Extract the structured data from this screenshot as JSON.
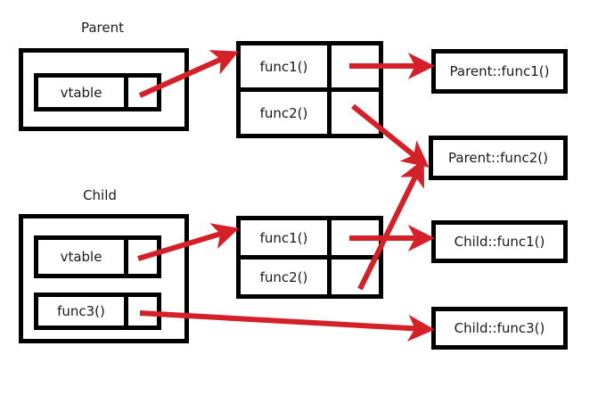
{
  "diagram": {
    "title_parent": "Parent",
    "title_child": "Child",
    "arrow_color": "#d42029",
    "line_color": "#000000",
    "background": "#ffffff"
  },
  "parent": {
    "label": "Parent",
    "members": [
      {
        "name": "vtable",
        "pointer": ""
      }
    ],
    "vtable": {
      "rows": [
        {
          "name": "func1()",
          "pointer": ""
        },
        {
          "name": "func2()",
          "pointer": ""
        }
      ]
    }
  },
  "child": {
    "label": "Child",
    "members": [
      {
        "name": "vtable",
        "pointer": ""
      },
      {
        "name": "func3()",
        "pointer": ""
      }
    ],
    "vtable": {
      "rows": [
        {
          "name": "func1()",
          "pointer": ""
        },
        {
          "name": "func2()",
          "pointer": ""
        }
      ]
    }
  },
  "implementations": [
    {
      "label": "Parent::func1()"
    },
    {
      "label": "Parent::func2()"
    },
    {
      "label": "Child::func1()"
    },
    {
      "label": "Child::func3()"
    }
  ]
}
